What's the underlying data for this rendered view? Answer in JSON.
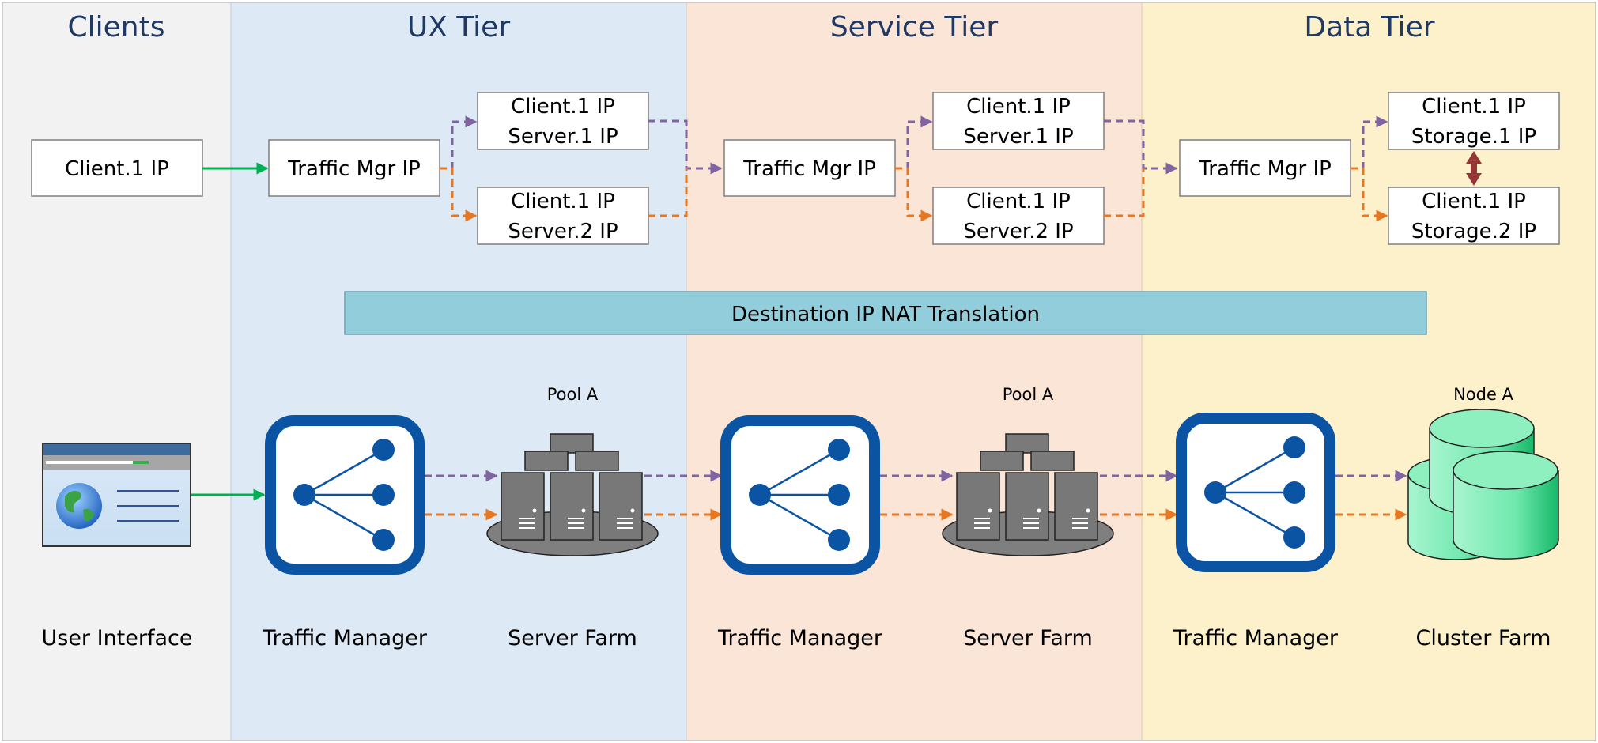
{
  "columns": [
    {
      "title": "Clients",
      "bg": "#f2f2f2"
    },
    {
      "title": "UX Tier",
      "bg": "#dee9f6"
    },
    {
      "title": "Service Tier",
      "bg": "#fae5d7"
    },
    {
      "title": "Data Tier",
      "bg": "#fdf1cc"
    }
  ],
  "boxes": {
    "client": "Client.1 IP",
    "traffic_mgr": "Traffic Mgr IP",
    "ux_s1": [
      "Client.1 IP",
      "Server.1 IP"
    ],
    "ux_s2": [
      "Client.1 IP",
      "Server.2 IP"
    ],
    "svc_s1": [
      "Client.1 IP",
      "Server.1 IP"
    ],
    "svc_s2": [
      "Client.1 IP",
      "Server.2 IP"
    ],
    "data_s1": [
      "Client.1 IP",
      "Storage.1 IP"
    ],
    "data_s2": [
      "Client.1 IP",
      "Storage.2 IP"
    ]
  },
  "banner": "Destination IP NAT Translation",
  "pool_labels": {
    "ux": "Pool A",
    "svc": "Pool A",
    "data": "Node A"
  },
  "icon_labels": {
    "ui": "User Interface",
    "tm_ux": "Traffic Manager",
    "farm_ux": "Server Farm",
    "tm_svc": "Traffic Manager",
    "farm_svc": "Server Farm",
    "tm_data": "Traffic Manager",
    "cluster": "Cluster Farm"
  },
  "colors": {
    "green": "#00b050",
    "purple": "#8064a2",
    "orange": "#e87722",
    "darkred": "#953735",
    "tm_blue": "#0b54a4",
    "banner": "#92cddc",
    "title": "#1f3864",
    "server": "#777777",
    "cluster": "#5ee6a3"
  }
}
